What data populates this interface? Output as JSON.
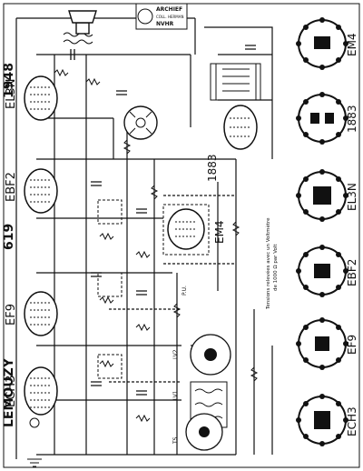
{
  "title": {
    "brand": "LEMOUZY",
    "model": "619",
    "year": "1948"
  },
  "stamp": {
    "line1": "ARCHIEF",
    "line2": "COLL. HERMAN",
    "line3": "NVHR"
  },
  "tubes_in_schematic": [
    {
      "name": "ECH3"
    },
    {
      "name": "EF9"
    },
    {
      "name": "EBF2"
    },
    {
      "name": "EL3N"
    },
    {
      "name": "EM4"
    },
    {
      "name": "1883"
    }
  ],
  "base_diagrams": [
    {
      "name": "EM4"
    },
    {
      "name": "1883"
    },
    {
      "name": "EL3N"
    },
    {
      "name": "EBF2"
    },
    {
      "name": "EF9"
    },
    {
      "name": "ECH3"
    }
  ],
  "notes": {
    "tension_note_1": "Tensions relevées avec un Voltmètre",
    "tension_note_2": "de 1000 Ω par Volt",
    "lv2": "LV2",
    "lv1": "LV1",
    "pu": "P.U.",
    "ts": "TS"
  },
  "colors": {
    "ink": "#111111",
    "paper": "#ffffff"
  }
}
